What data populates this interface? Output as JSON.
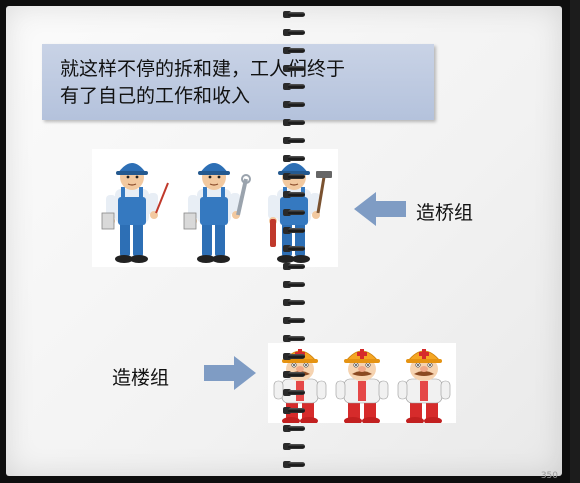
{
  "caption": {
    "line1": "就这样不停的拆和建，工人们终于",
    "line2": "有了自己的工作和收入"
  },
  "groups": {
    "bridge_label": "造桥组",
    "building_label": "造楼组"
  },
  "page_number": "350",
  "colors": {
    "caption_bg": "#bcc8df",
    "arrow": "#7f9cc4",
    "worker_blue": "#2d6fb5",
    "helmet_orange": "#f5a623",
    "pants_red": "#d62b2b"
  },
  "icons": {
    "bridge_worker": "engineer-with-tool-icon",
    "building_worker": "construction-worker-icon",
    "arrow": "arrow-left-icon"
  }
}
